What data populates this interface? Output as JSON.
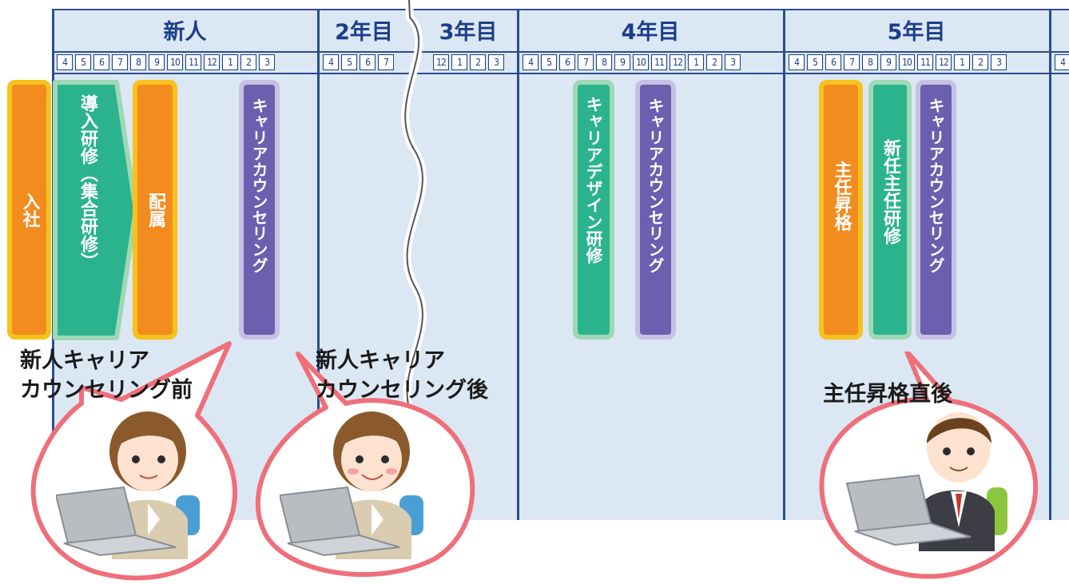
{
  "years": [
    "新人",
    "2年目",
    "3年目",
    "4年目",
    "5年目"
  ],
  "months": {
    "shinjin": [
      "4",
      "5",
      "6",
      "7",
      "8",
      "9",
      "10",
      "11",
      "12",
      "1",
      "2",
      "3"
    ],
    "year2": [
      "4",
      "5",
      "6",
      "7"
    ],
    "year3": [
      "12",
      "1",
      "2",
      "3"
    ],
    "year4": [
      "4",
      "5",
      "6",
      "7",
      "8",
      "9",
      "10",
      "11",
      "12",
      "1",
      "2",
      "3"
    ],
    "year5": [
      "4",
      "5",
      "6",
      "7",
      "8",
      "9",
      "10",
      "11",
      "12",
      "1",
      "2",
      "3"
    ],
    "next": [
      "4"
    ]
  },
  "bars": {
    "nyusha": "入社",
    "donyu": "導入研修（集合研修）",
    "haizoku": "配属",
    "career_counseling": "キャリアカウンセリング",
    "career_design": "キャリアデザイン研修",
    "shunin_shokaku": "主任昇格",
    "shinnin_shunin": "新任主任研修"
  },
  "captions": {
    "before_line1": "新人キャリア",
    "before_line2": "カウンセリング前",
    "after_line1": "新人キャリア",
    "after_line2": "カウンセリング後",
    "promotion": "主任昇格直後"
  },
  "colors": {
    "header_bg": "#dce7f4",
    "border": "#2b4d8f",
    "orange": "#f28c1f",
    "yellow_border": "#f6c21b",
    "green": "#2ab38d",
    "purple": "#6b5fb0",
    "bubble": "#ee6f7a"
  }
}
